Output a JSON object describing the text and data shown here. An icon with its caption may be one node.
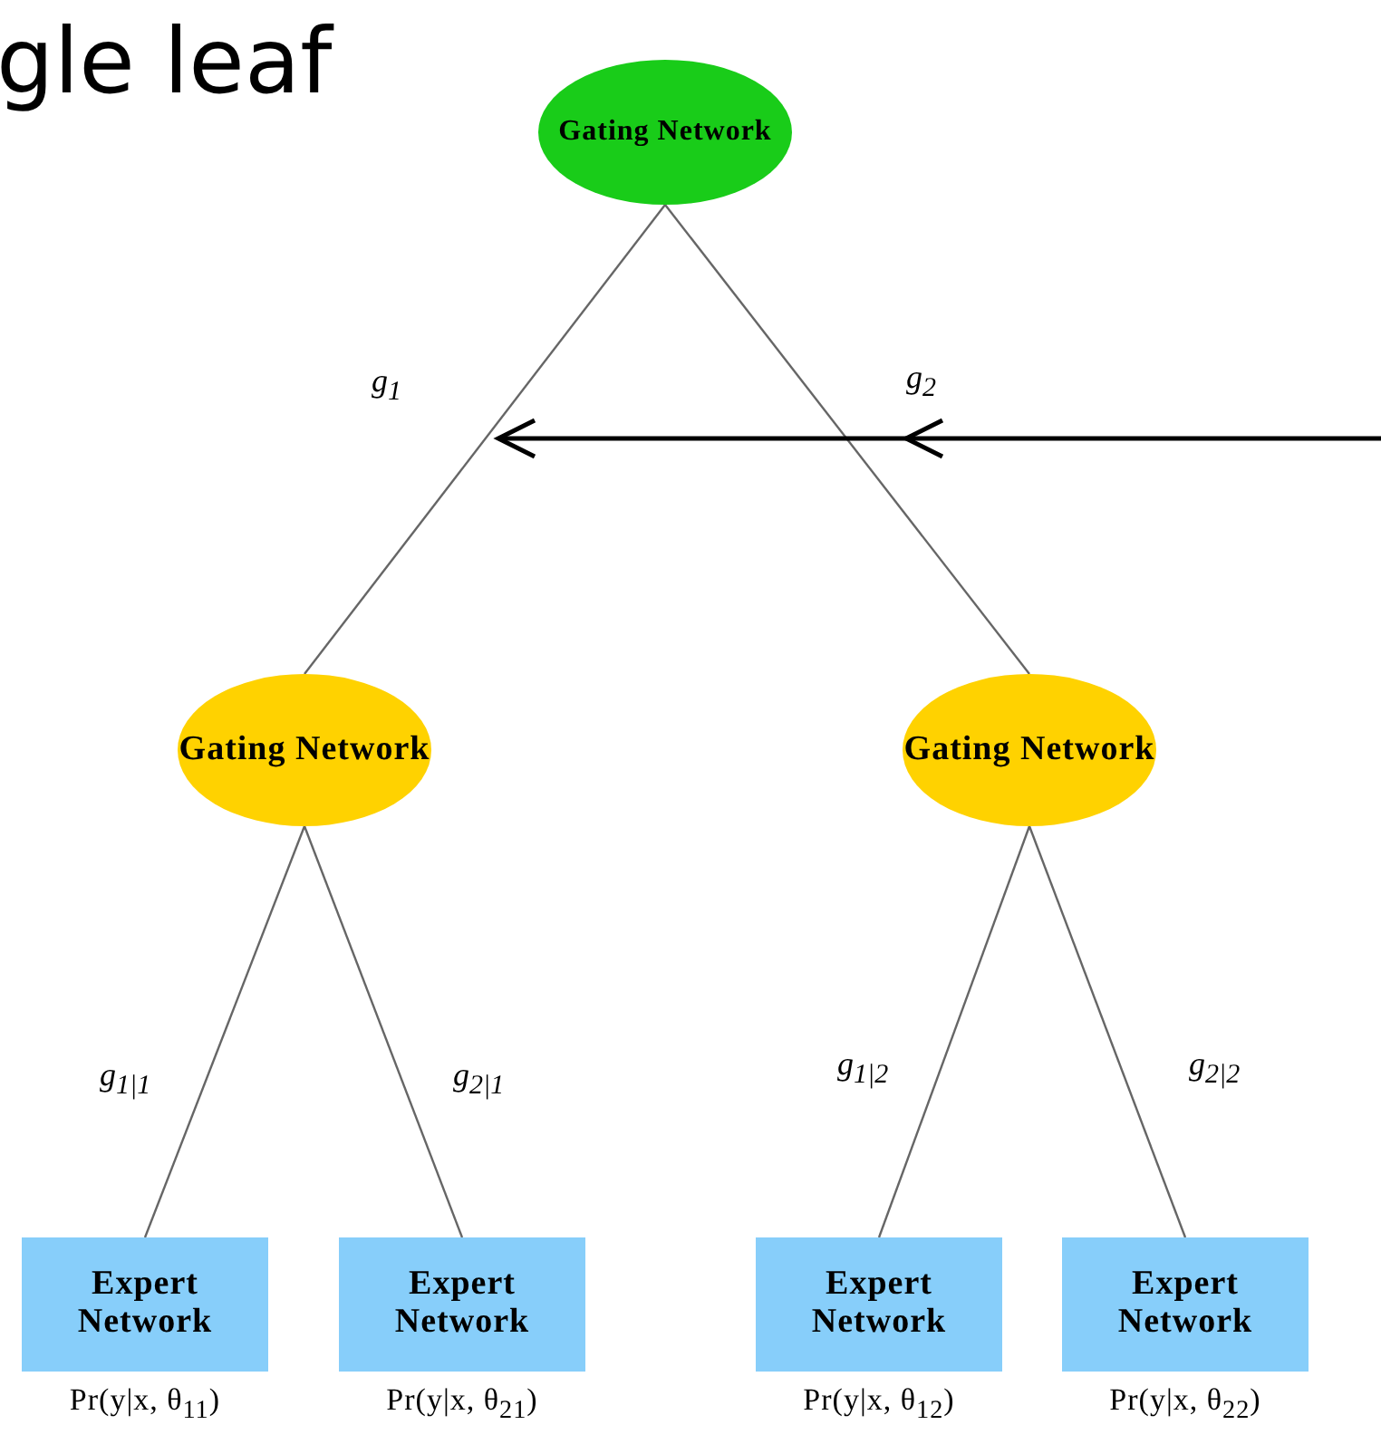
{
  "diagram": {
    "title": "gle leaf",
    "nodes": [
      {
        "text": [
          "Gating Network"
        ]
      },
      {
        "text": [
          "Gating Network"
        ]
      },
      {
        "text": [
          "Gating Network"
        ]
      },
      {
        "text": [
          "Expert Network"
        ],
        "beside": [
          "Pr(y|x, θ$_{11}$)"
        ]
      },
      {
        "text": [
          "Expert Network"
        ],
        "beside": [
          "Pr(y|x, θ$_{21}$)"
        ]
      },
      {
        "text": [
          "Expert Network"
        ],
        "beside": [
          "Pr(y|x, θ$_{12}$)"
        ]
      },
      {
        "text": [
          "Expert Network"
        ],
        "beside": [
          "Pr(y|x, θ$_{22}$)"
        ]
      }
    ],
    "edges": [
      {
        "from": 0,
        "to": 1,
        "arrow": "none",
        "label": "g$_{1}$"
      },
      {
        "from": 0,
        "to": 2,
        "arrow": "none",
        "label": "g$_{2}$"
      },
      {
        "from": 1,
        "to": 3,
        "arrow": "none",
        "label": "g$_{1|1}$"
      },
      {
        "from": 1,
        "to": 4,
        "arrow": "none",
        "label": "g$_{2|1}$"
      },
      {
        "from": 2,
        "to": 5,
        "arrow": "none",
        "label": "g$_{1|2}$"
      },
      {
        "from": 2,
        "to": 6,
        "arrow": "none",
        "label": "g$_{2|2}$"
      }
    ]
  }
}
